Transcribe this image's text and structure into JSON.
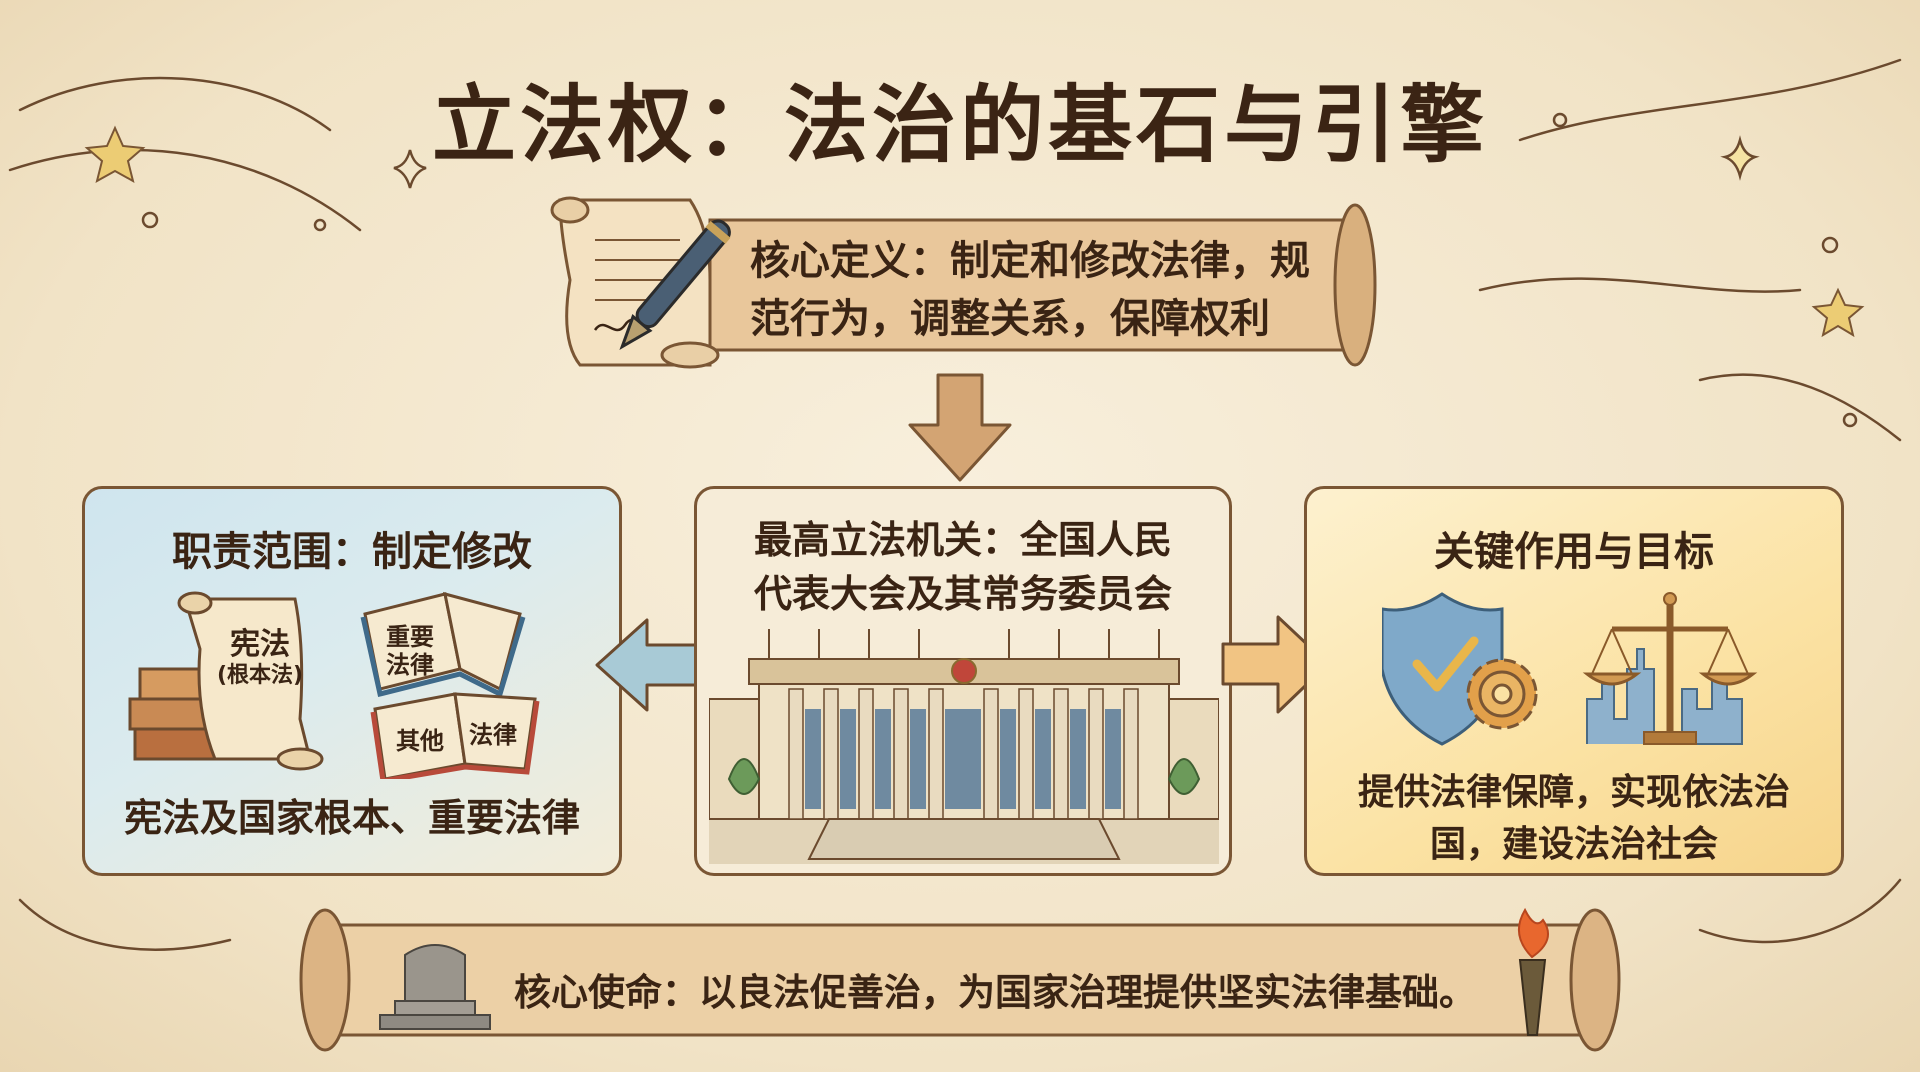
{
  "title": "立法权：法治的基石与引擎",
  "definition": {
    "line1": "核心定义：制定和修改法律，规",
    "line2": "范行为，调整关系，保障权利"
  },
  "left_panel": {
    "title": "职责范围：制定修改",
    "scroll_line1": "宪法",
    "scroll_line2": "(根本法)",
    "book1_line1": "重要",
    "book1_line2": "法律",
    "book2_left": "其他",
    "book2_right": "法律",
    "caption": "宪法及国家根本、重要法律"
  },
  "center_panel": {
    "line1": "最高立法机关：全国人民",
    "line2": "代表大会及其常务委员会"
  },
  "right_panel": {
    "title": "关键作用与目标",
    "caption_line1": "提供法律保障，实现依法治",
    "caption_line2": "国，建设法治社会"
  },
  "mission": "核心使命：以良法促善治，为国家治理提供坚实法律基础。",
  "icons": [
    "scroll-icon",
    "fountain-pen-icon",
    "down-arrow-icon",
    "left-arrow-icon",
    "right-arrow-icon",
    "books-icon",
    "building-icon",
    "shield-check-icon",
    "gear-icon",
    "scales-icon",
    "city-skyline-icon",
    "monument-icon",
    "torch-icon",
    "star-icon",
    "sparkle-icon"
  ],
  "colors": {
    "ink": "#3a2414",
    "parchment": "#f1e3c6",
    "blue_panel": "#cfe5ee",
    "gold_panel": "#fbe2a3",
    "arrow_brown": "#c99a66",
    "arrow_blue": "#9cc4d4",
    "arrow_gold": "#f1c27e"
  }
}
